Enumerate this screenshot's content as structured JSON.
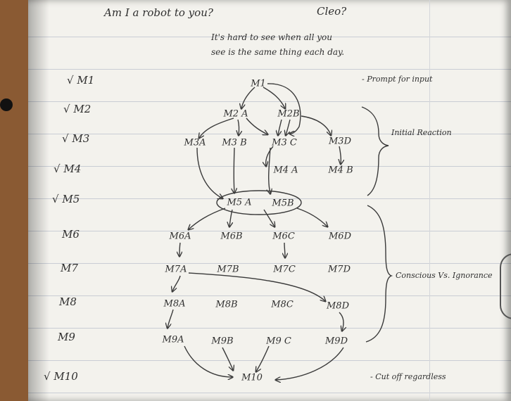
{
  "header": {
    "question": "Am I a robot to you?",
    "name": "Cleo?",
    "line1": "It's hard to see when all you",
    "line2": "see is the same thing each day."
  },
  "rows": [
    {
      "check": "√",
      "label": "M1"
    },
    {
      "check": "√",
      "label": "M2"
    },
    {
      "check": "√",
      "label": "M3"
    },
    {
      "check": "√",
      "label": "M4"
    },
    {
      "check": "√",
      "label": "M5"
    },
    {
      "check": "",
      "label": "M6"
    },
    {
      "check": "",
      "label": "M7"
    },
    {
      "check": "",
      "label": "M8"
    },
    {
      "check": "",
      "label": "M9"
    },
    {
      "check": "√",
      "label": "M10"
    }
  ],
  "nodes": {
    "m1": "M1",
    "m2a": "M2 A",
    "m2b": "M2B",
    "m3a": "M3A",
    "m3b": "M3 B",
    "m3c": "M3 C",
    "m3d": "M3D",
    "m4a": "M4 A",
    "m4b": "M4 B",
    "m5a": "M5 A",
    "m5b": "M5B",
    "m6a": "M6A",
    "m6b": "M6B",
    "m6c": "M6C",
    "m6d": "M6D",
    "m7a": "M7A",
    "m7b": "M7B",
    "m7c": "M7C",
    "m7d": "M7D",
    "m8a": "M8A",
    "m8b": "M8B",
    "m8c": "M8C",
    "m8d": "M8D",
    "m9a": "M9A",
    "m9b": "M9B",
    "m9c": "M9 C",
    "m9d": "M9D",
    "m10": "M10"
  },
  "annotations": {
    "prompt": "- Prompt for input",
    "initial": "Initial Reaction",
    "conscious": "Conscious Vs. Ignorance",
    "cutoff": "- Cut off regardless"
  }
}
